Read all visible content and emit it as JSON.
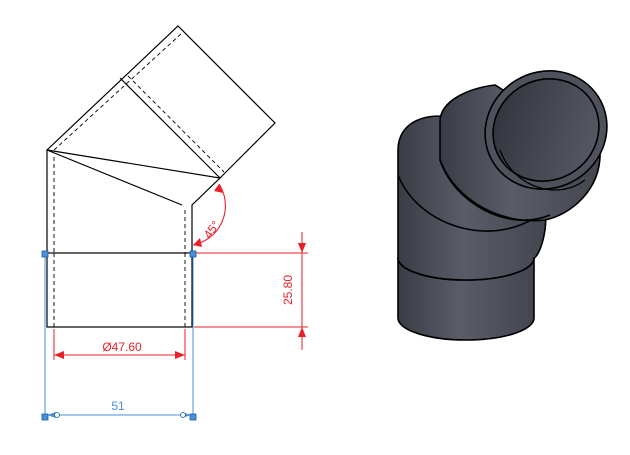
{
  "drawing": {
    "angle_label": "45°",
    "height_label": "25.80",
    "inner_diameter_label": "Ø47.60",
    "width_label": "51"
  },
  "colors": {
    "outline": "#000000",
    "annotation": "#e8202a",
    "reference": "#4a90d9",
    "render_body": "#4a4c57"
  }
}
